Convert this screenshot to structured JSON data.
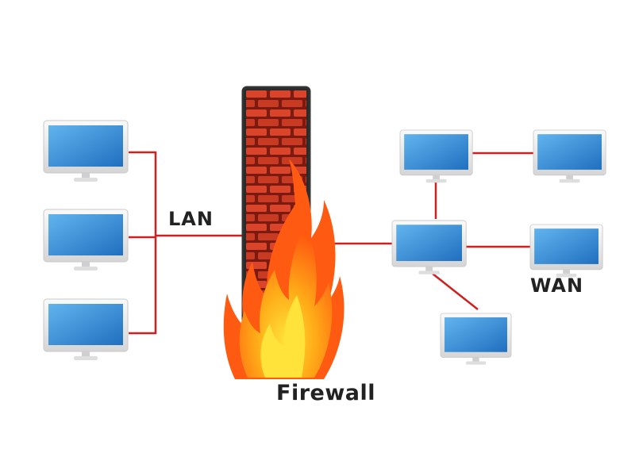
{
  "labels": {
    "lan": "LAN",
    "wan": "WAN",
    "firewall": "Firewall"
  },
  "colors": {
    "connection_line": "#d11e1e",
    "brick": "#d9442a",
    "mortar": "#7a1a10",
    "wall_frame": "#333333",
    "flame_outer": "#ff5a12",
    "flame_mid": "#ff9a10",
    "flame_inner": "#ffd21e",
    "screen": "#2f8ed8",
    "monitor_frame": "#e9e9e9"
  },
  "icons": {
    "computer": "monitor-icon",
    "firewall": "brick-wall-icon",
    "fire": "flame-icon"
  }
}
